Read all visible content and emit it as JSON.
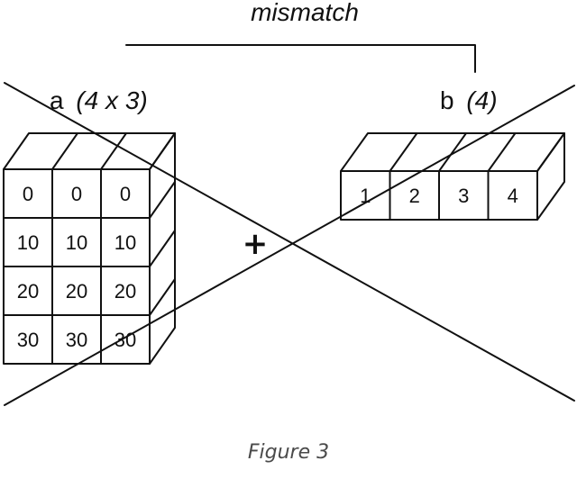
{
  "diagram": {
    "title": "mismatch",
    "operator": "+",
    "array_a": {
      "name": "a",
      "shape": "(4 x 3)",
      "rows": [
        [
          "0",
          "0",
          "0"
        ],
        [
          "10",
          "10",
          "10"
        ],
        [
          "20",
          "20",
          "20"
        ],
        [
          "30",
          "30",
          "30"
        ]
      ]
    },
    "array_b": {
      "name": "b",
      "shape": "(4)",
      "values": [
        "1",
        "2",
        "3",
        "4"
      ]
    },
    "crossed_out": true
  },
  "caption": "Figure 3",
  "colors": {
    "ink": "#111111",
    "caption": "#4a4a4a",
    "background": "#ffffff"
  }
}
